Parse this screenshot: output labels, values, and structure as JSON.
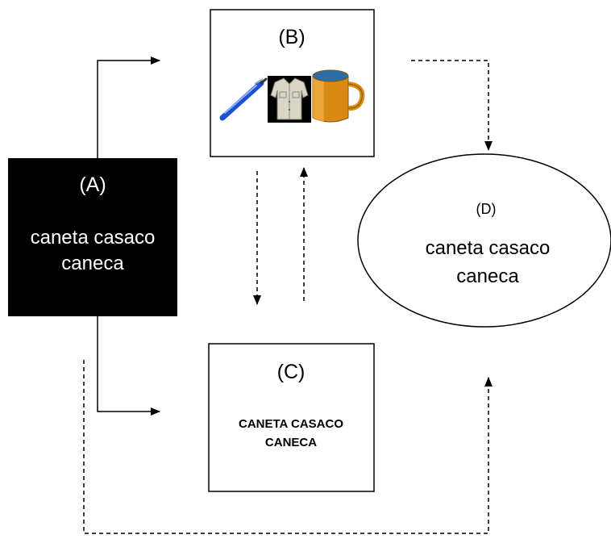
{
  "nodes": {
    "a": {
      "label": "(A)",
      "line1": "caneta casaco",
      "line2": "caneca",
      "fill": "#000000",
      "text_color": "#ffffff"
    },
    "b": {
      "label": "(B)",
      "icons": [
        "pen-icon",
        "jacket-icon",
        "mug-icon"
      ]
    },
    "c": {
      "label": "(C)",
      "line1": "CANETA CASACO",
      "line2": "CANECA"
    },
    "d": {
      "label": "(D)",
      "line1": "caneta casaco",
      "line2": "caneca"
    }
  },
  "colors": {
    "stroke": "#000000",
    "background": "#ffffff",
    "pen": "#1f4fd1",
    "jacket": "#d9d6c4",
    "mug": "#d98a12"
  }
}
